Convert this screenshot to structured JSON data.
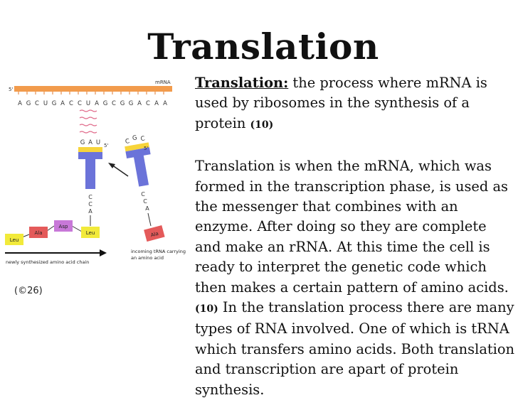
{
  "title": "Translation",
  "definition": {
    "term": "Translation:",
    "text": " the process where mRNA is used by ribosomes in the synthesis of a protein ",
    "cite": "(10)"
  },
  "paragraph": {
    "text_a": "Translation is when the mRNA, which was formed in the transcription phase, is used as the messenger that combines with an enzyme. After doing so they are complete and make an rRNA. At this time the cell is ready to interpret the genetic code which then makes a certain pattern of amino acids. ",
    "cite": "(10)",
    "text_b": " In the translation process there are many types of RNA involved. One of which is tRNA which transfers amino acids. Both translation and transcription are  apart of  protein synthesis."
  },
  "figure": {
    "mrna_label": "mRNA",
    "prime5_top": "5'",
    "mrna_sequence": [
      "A",
      "G",
      "C",
      "U",
      "G",
      "A",
      "C",
      "C",
      "U",
      "A",
      "G",
      "C",
      "G",
      "G",
      "A",
      "C",
      "A",
      "A"
    ],
    "anticodon_left": [
      "G",
      "A",
      "U"
    ],
    "anticodon_right": [
      "C",
      "G",
      "C"
    ],
    "prime5_left": "5'",
    "prime5_right": "5'",
    "cca_left": [
      "C",
      "C",
      "A"
    ],
    "cca_right": [
      "C",
      "C",
      "A"
    ],
    "amino_acids": [
      "Leu",
      "Ala",
      "Asp",
      "Leu"
    ],
    "incoming_aa": "Ala",
    "chain_label": "newly synthesized amino acid chain",
    "incoming_label_1": "incoming tRNA carrying",
    "incoming_label_2": "an amino acid",
    "colors": {
      "mrna": "#f29b4c",
      "trna": "#6b73d9",
      "codon": "#f7d43a",
      "leu": "#f2ea3a",
      "ala": "#e45a5a",
      "asp": "#c878d8",
      "bond": "#e06a8a"
    }
  },
  "credit": "(©26)"
}
